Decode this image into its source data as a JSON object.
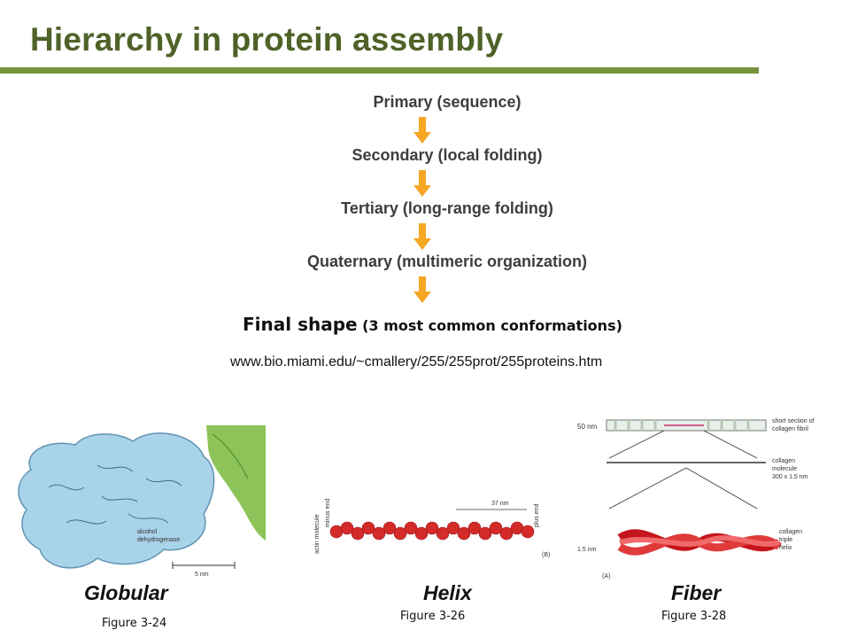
{
  "slide": {
    "title": "Hierarchy in protein assembly",
    "accent_color": "#77933c",
    "title_color": "#4f6228"
  },
  "hierarchy": {
    "levels": [
      "Primary (sequence)",
      "Secondary (local folding)",
      "Tertiary (long-range folding)",
      "Quaternary (multimeric organization)"
    ],
    "arrow_color": "#f5a623"
  },
  "final_shape": {
    "label": "Final shape",
    "note": "(3 most common conformations)"
  },
  "source_url": "www.bio.miami.edu/~cmallery/255/255prot/255proteins.htm",
  "panels": {
    "globular": {
      "caption": "Globular",
      "figure": "Figure 3-24",
      "image_labels": {
        "protein": "alcohol\ndehydrogenase",
        "scale": "5 nm"
      }
    },
    "helix": {
      "caption": "Helix",
      "figure": "Figure 3-26",
      "image_labels": {
        "left": "actin molecule",
        "minus": "minus end",
        "plus": "plus end",
        "scale": "37 nm",
        "panel": "(B)"
      }
    },
    "fiber": {
      "caption": "Fiber",
      "figure": "Figure 3-28",
      "image_labels": {
        "fibril_width": "50 nm",
        "fibril": "short section of collagen fibril",
        "molecule": "collagen molecule 300 x 1.5 nm",
        "helix_width": "1.5 nm",
        "helix": "collagen triple helix",
        "panel": "(A)"
      }
    }
  }
}
